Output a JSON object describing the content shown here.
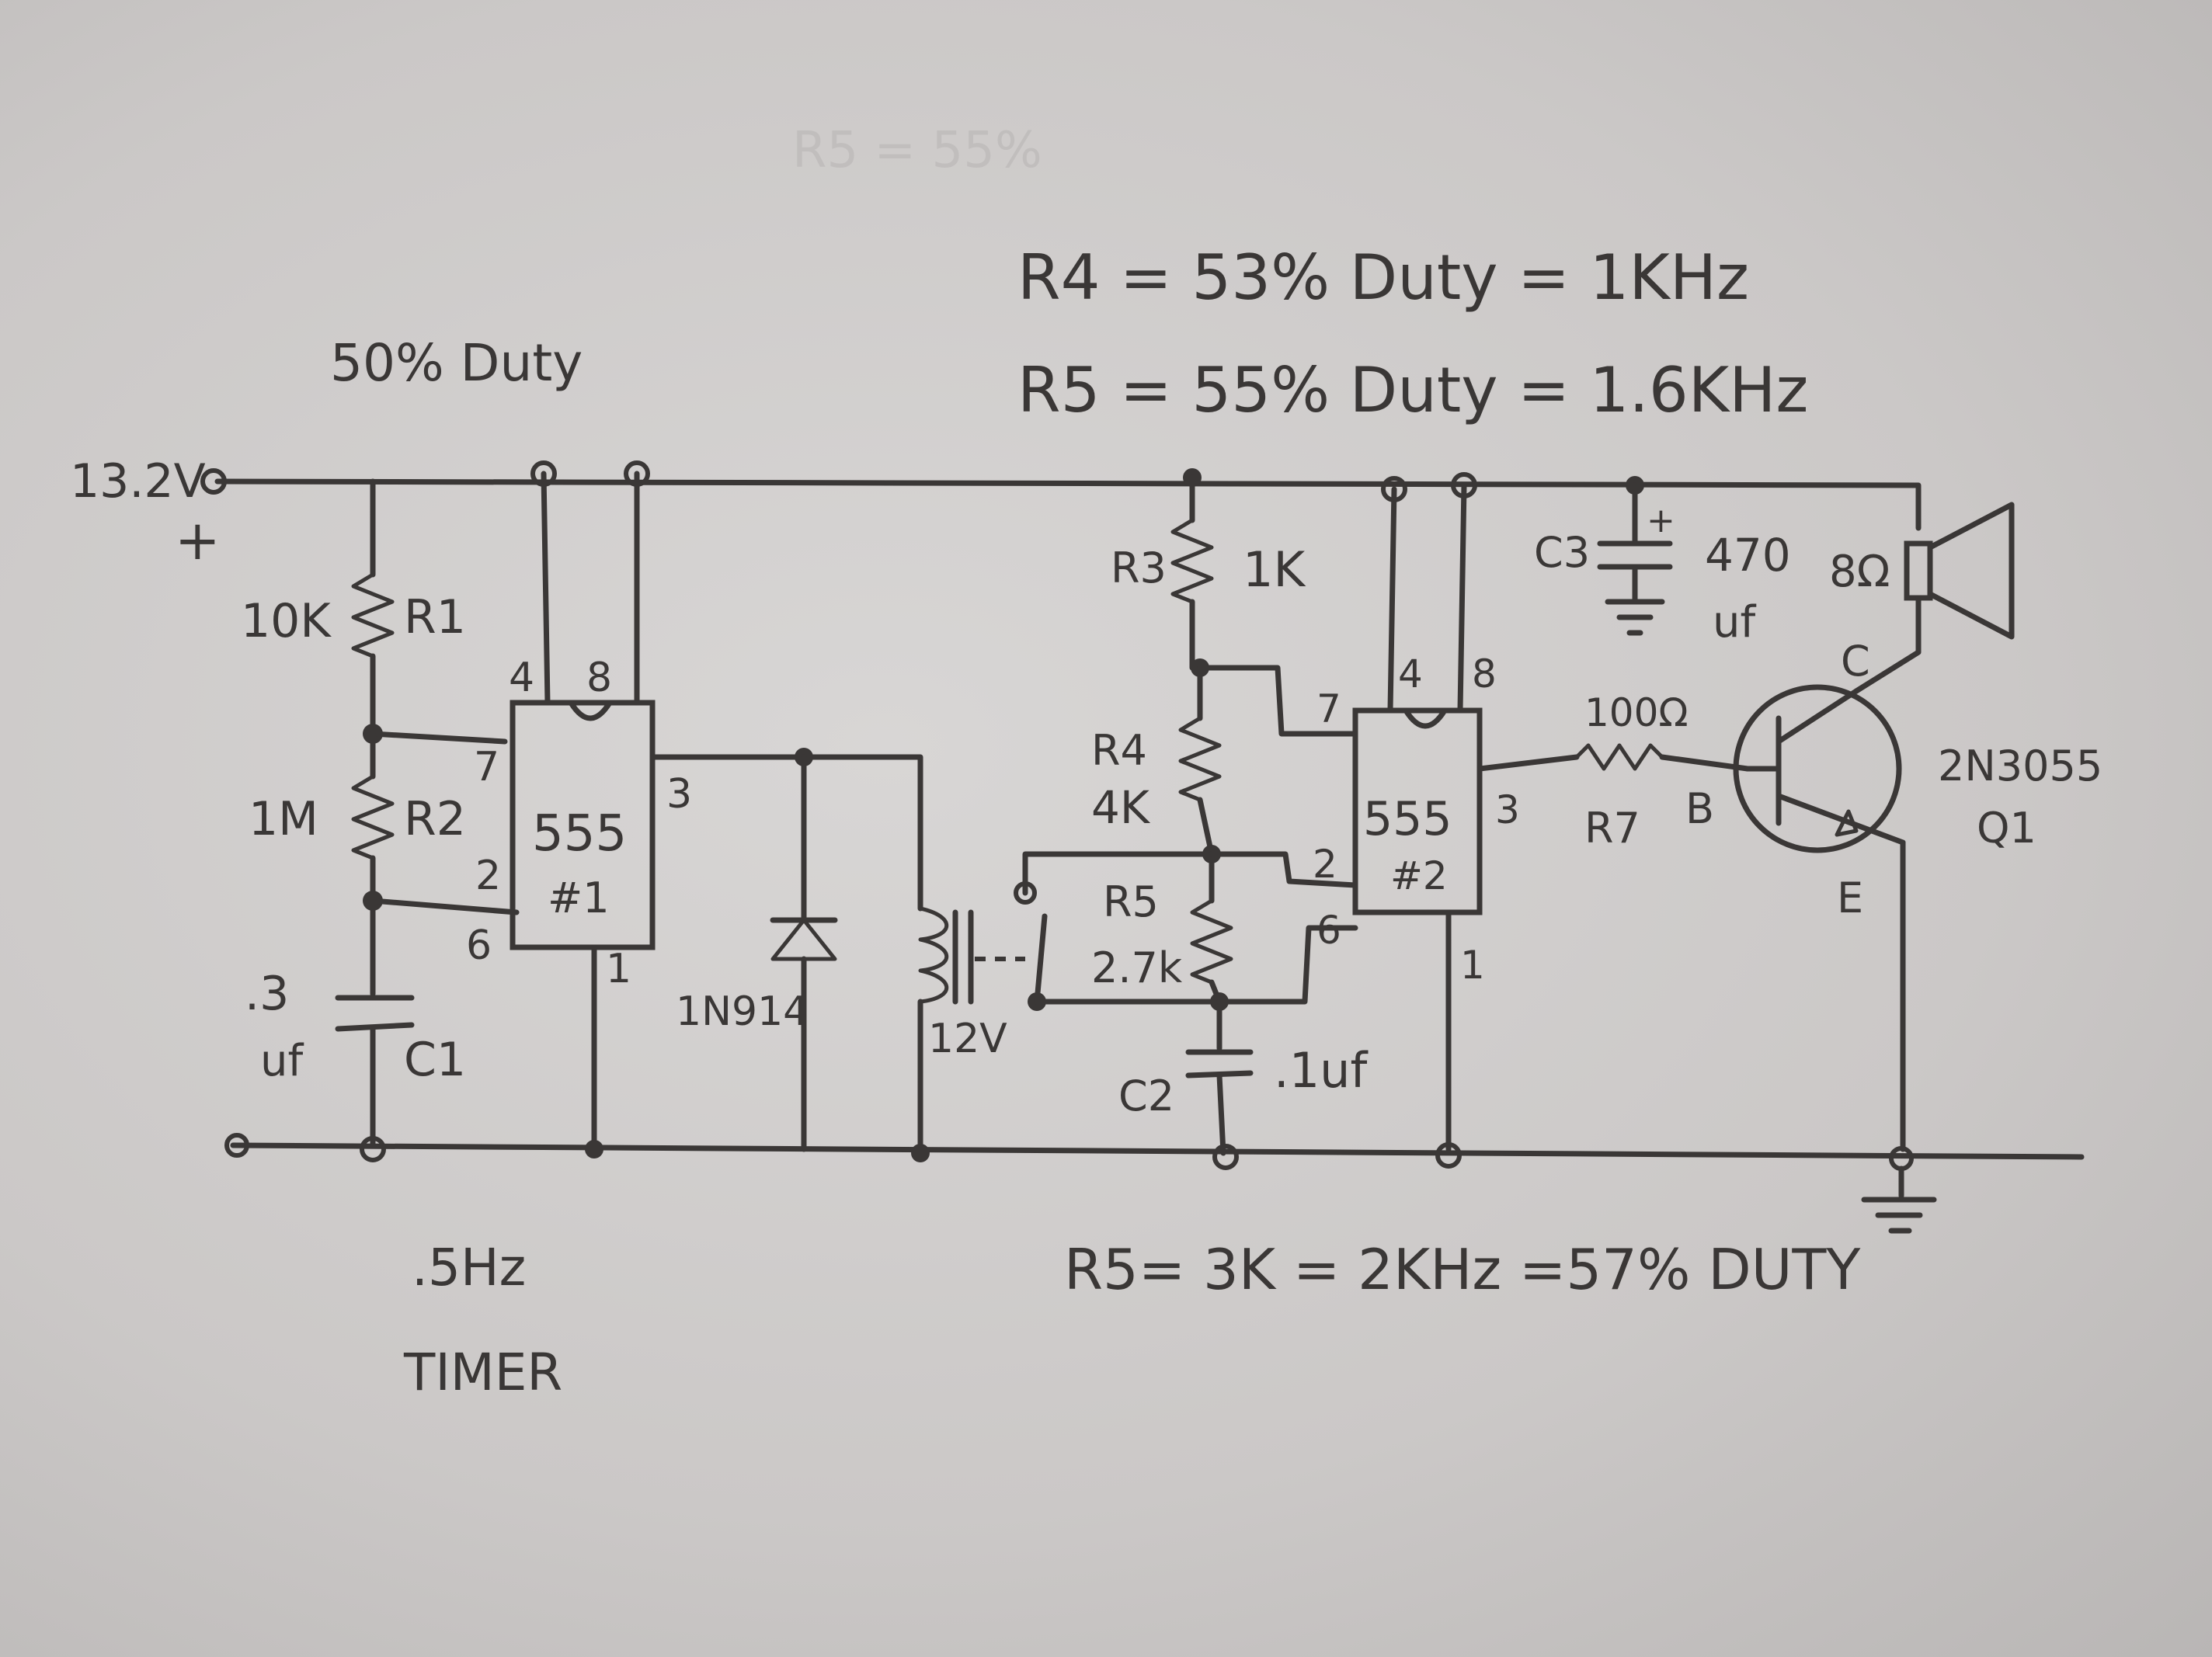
{
  "notes": {
    "r4_line": "R4 = 53% Duty = 1KHz",
    "r5_line": "R5 = 55% Duty = 1.6KHz",
    "r5_alt_line": "R5= 3K = 2KHz =57% DUTY",
    "duty_50": "50% Duty",
    "timer_freq": ".5Hz",
    "timer_label": "TIMER"
  },
  "supply": {
    "voltage": "13.2V",
    "plus": "+"
  },
  "timer_stage": {
    "r1_value": "10K",
    "r1_name": "R1",
    "r2_value": "1M",
    "r2_name": "R2",
    "c1_value_a": ".3",
    "c1_value_b": "uf",
    "c1_name": "C1",
    "ic_type": "555",
    "ic_id": "#1",
    "pins": {
      "p4": "4",
      "p8": "8",
      "p7": "7",
      "p2": "2",
      "p6": "6",
      "p3": "3",
      "p1": "1"
    },
    "diode": "1N914",
    "relay": "12V"
  },
  "tone_stage": {
    "r3_name": "R3",
    "r3_value": "1K",
    "r4_name": "R4",
    "r4_value": "4K",
    "r5_name": "R5",
    "r5_value": "2.7k",
    "c2_name": "C2",
    "c2_value": ".1uf",
    "ic_type": "555",
    "ic_id": "#2",
    "pins": {
      "p4": "4",
      "p8": "8",
      "p7": "7",
      "p2": "2",
      "p6": "6",
      "p3": "3",
      "p1": "1"
    }
  },
  "output_stage": {
    "c3_name": "C3",
    "c3_value": "470",
    "c3_unit": "uf",
    "c3_plus": "+",
    "speaker": "8Ω",
    "r7_value": "100Ω",
    "r7_name": "R7",
    "transistor": "2N3055",
    "transistor_id": "Q1",
    "base": "B",
    "collector": "C",
    "emitter": "E"
  },
  "colors": {
    "ink": "#3a3736",
    "paper": "#cfcccb"
  }
}
